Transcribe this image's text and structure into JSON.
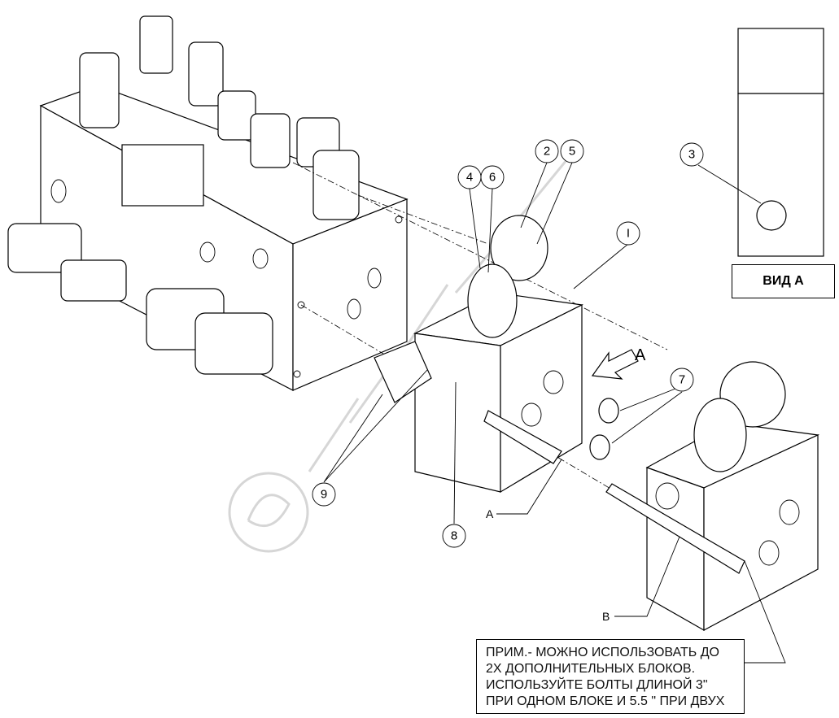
{
  "callouts": {
    "c1": "I",
    "c2": "2",
    "c3": "3",
    "c4": "4",
    "c5": "5",
    "c6": "6",
    "c7": "7",
    "c8": "8",
    "c9": "9"
  },
  "labels": {
    "bolt_a": "A",
    "bolt_b": "B",
    "view_arrow": "A"
  },
  "view_box": "ВИД А",
  "note": [
    "ПРИМ.- МОЖНО ИСПОЛЬЗОВАТЬ ДО",
    "2Х ДОПОЛНИТЕЛЬНЫХ БЛОКОВ.",
    "ИСПОЛЬЗУЙТЕ БОЛТЫ ДЛИНОЙ 3\"",
    "ПРИ ОДНОМ БЛОКЕ И 5.5 \" ПРИ ДВУХ"
  ],
  "colors": {
    "line": "#000000",
    "watermark": "#d9d9d9"
  }
}
